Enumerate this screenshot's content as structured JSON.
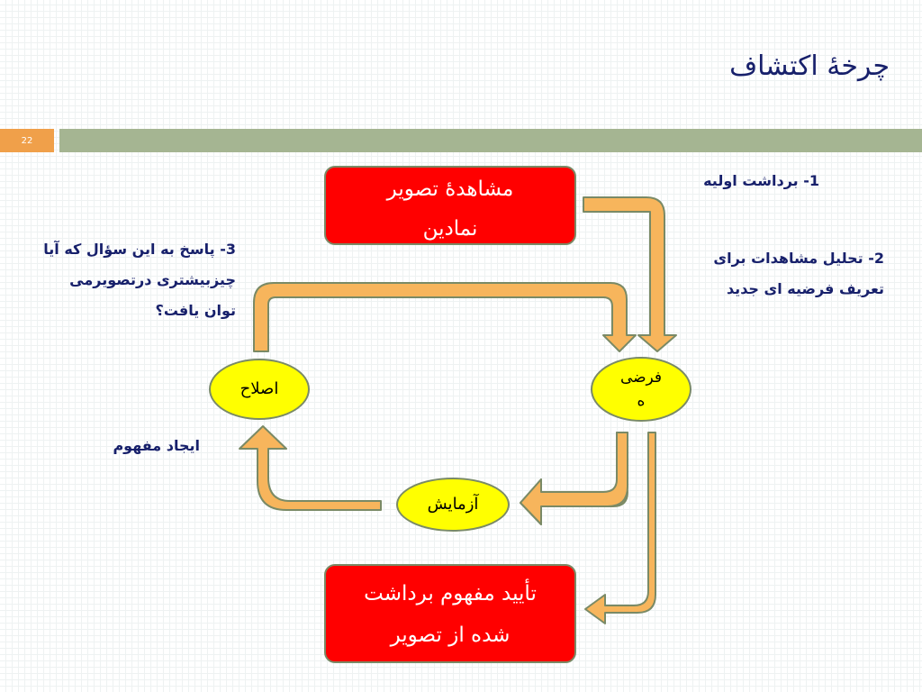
{
  "slide": {
    "title": "چرخۀ اکتشاف",
    "page_number": "22"
  },
  "nodes": {
    "observe": {
      "line1": "مشاهدۀ تصویر",
      "line2": "نمادین"
    },
    "hypothesis": {
      "line1": "فرضی",
      "line2": "ه"
    },
    "experiment": {
      "text": "آزمایش"
    },
    "revision": {
      "text": "اصلاح"
    },
    "confirm": {
      "line1": "تأیید مفهوم برداشت",
      "line2": "شده از تصویر"
    }
  },
  "labels": {
    "step1": "1- برداشت اولیه",
    "step2_line1": "2- تحلیل مشاهدات برای",
    "step2_line2": "تعریف فرضیه ای جدید",
    "step3_line1": "3- پاسخ به این سؤال که آیا",
    "step3_line2": "چیزبیشتری درتصویرمی",
    "step3_line3": "توان یافت؟",
    "concept": "ایجاد مفهوم"
  },
  "colors": {
    "title": "#17206b",
    "header_bar": "#a5b592",
    "page_box": "#f0a04a",
    "box_fill": "#ff0000",
    "ellipse_fill": "#ffff00",
    "arrow_fill": "#f7b55c",
    "arrow_stroke": "#7a8a66"
  }
}
